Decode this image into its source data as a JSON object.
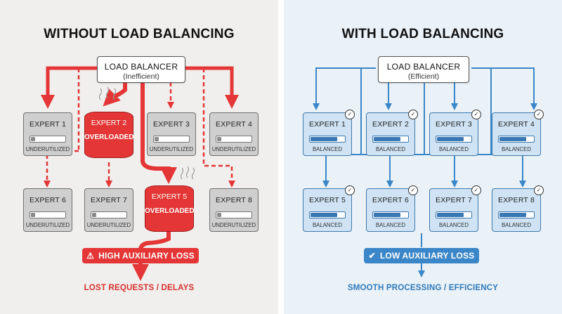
{
  "left": {
    "title": "WITHOUT LOAD BALANCING",
    "load_balancer": {
      "label": "LOAD BALANCER",
      "sub": "(Inefficient)"
    },
    "experts": [
      {
        "name": "EXPERT 1",
        "status": "UNDERUTILIZED",
        "load": 0.15
      },
      {
        "name": "EXPERT 2",
        "status": "OVERLOADED"
      },
      {
        "name": "EXPERT 3",
        "status": "UNDERUTILIZED",
        "load": 0.15
      },
      {
        "name": "EXPERT 4",
        "status": "UNDERUTILIZED",
        "load": 0.15
      },
      {
        "name": "EXPERT 6",
        "status": "UNDERUTILIZED",
        "load": 0.15
      },
      {
        "name": "EXPERT 7",
        "status": "UNDERUTILIZED",
        "load": 0.15
      },
      {
        "name": "EXPERT 5",
        "status": "OVERLOADED"
      },
      {
        "name": "EXPERT 8",
        "status": "UNDERUTILIZED",
        "load": 0.15
      }
    ],
    "loss": "HIGH AUXILIARY LOSS",
    "result": "LOST REQUESTS / DELAYS",
    "colors": {
      "accent": "#e43636",
      "background": "#f1efed"
    }
  },
  "right": {
    "title": "WITH LOAD BALANCING",
    "load_balancer": {
      "label": "LOAD BALANCER",
      "sub": "(Efficient)"
    },
    "experts": [
      {
        "name": "EXPERT 1",
        "status": "BALANCED",
        "load": 0.8
      },
      {
        "name": "EXPERT 2",
        "status": "BALANCED",
        "load": 0.8
      },
      {
        "name": "EXPERT 3",
        "status": "BALANCED",
        "load": 0.8
      },
      {
        "name": "EXPERT 4",
        "status": "BALANCED",
        "load": 0.8
      },
      {
        "name": "EXPERT 5",
        "status": "BALANCED",
        "load": 0.8
      },
      {
        "name": "EXPERT 6",
        "status": "BALANCED",
        "load": 0.8
      },
      {
        "name": "EXPERT 7",
        "status": "BALANCED",
        "load": 0.8
      },
      {
        "name": "EXPERT 8",
        "status": "BALANCED",
        "load": 0.8
      }
    ],
    "loss": "LOW AUXILIARY LOSS",
    "result": "SMOOTH PROCESSING / EFFICIENCY",
    "colors": {
      "accent": "#3a86c8",
      "background": "#eaf2f8"
    }
  }
}
